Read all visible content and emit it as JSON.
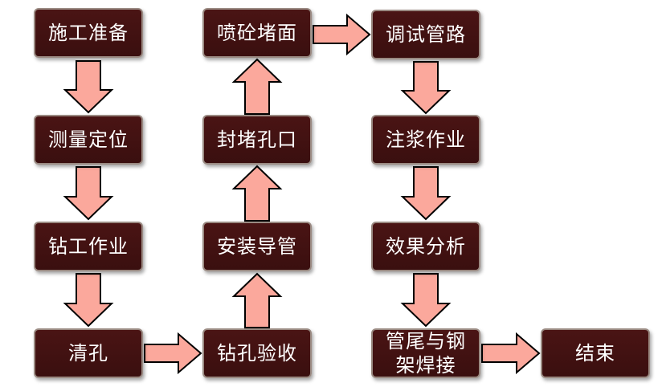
{
  "colors": {
    "node_fill": "#3f1010",
    "node_border": "#9a8a82",
    "node_text": "#ffffff",
    "arrow_fill": "#fba89c",
    "arrow_stroke": "#000000"
  },
  "nodes": {
    "prep": "施工准备",
    "survey": "测量定位",
    "drill": "钻工作业",
    "clean": "清孔",
    "inspect": "钻孔验收",
    "install": "安装导管",
    "seal_hole": "封堵孔口",
    "spray": "喷砼堵面",
    "debug": "调试管路",
    "grout": "注浆作业",
    "analysis": "效果分析",
    "weld": "管尾与钢\n架焊接",
    "end": "结束"
  }
}
